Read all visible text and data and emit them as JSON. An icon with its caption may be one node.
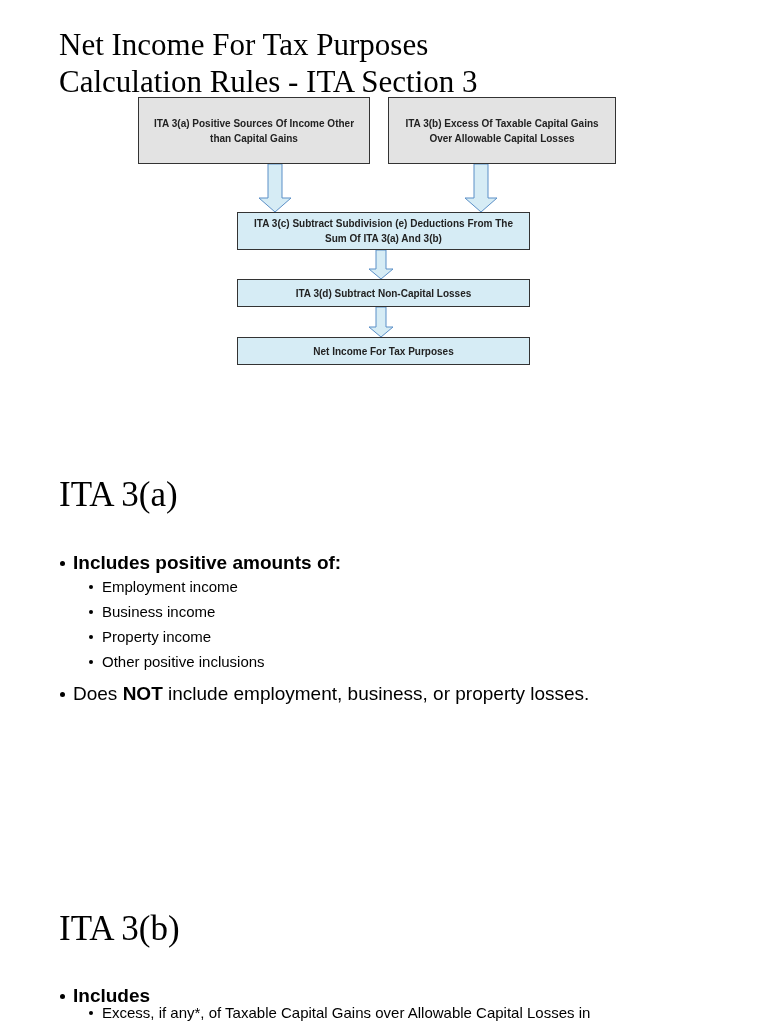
{
  "diagram": {
    "title": "Net Income For Tax Purposes Calculation Rules - ITA Section 3",
    "nodes": [
      {
        "text": [
          "ITA 3(a) Positive Sources Of Income Other than Capital Gains"
        ]
      },
      {
        "text": [
          "ITA 3(b) Excess Of Taxable Capital Gains Over Allowable Capital Losses"
        ]
      },
      {
        "text": [
          "ITA 3(c) Subtract Subdivision (e) Deductions From The Sum Of ITA 3(a) And 3(b)"
        ]
      },
      {
        "text": [
          "ITA 3(d) Subtract Non-Capital Losses"
        ]
      },
      {
        "text": [
          "Net Income For Tax Purposes"
        ]
      }
    ],
    "edges": [
      {
        "from": 0,
        "to": 2,
        "arrow": "to"
      },
      {
        "from": 1,
        "to": 2,
        "arrow": "to"
      },
      {
        "from": 2,
        "to": 3,
        "arrow": "to"
      },
      {
        "from": 3,
        "to": 4,
        "arrow": "to"
      }
    ],
    "labels": [
      "ITA 3(a)",
      "Includes positive amounts of:",
      "Employment income",
      "Business income",
      "Property income",
      "Other positive inclusions",
      "Does **NOT** include employment, business, or property losses.",
      "ITA 3(b)",
      "Includes",
      "Excess, if any*, of Taxable Capital Gains over Allowable Capital Losses in"
    ]
  }
}
